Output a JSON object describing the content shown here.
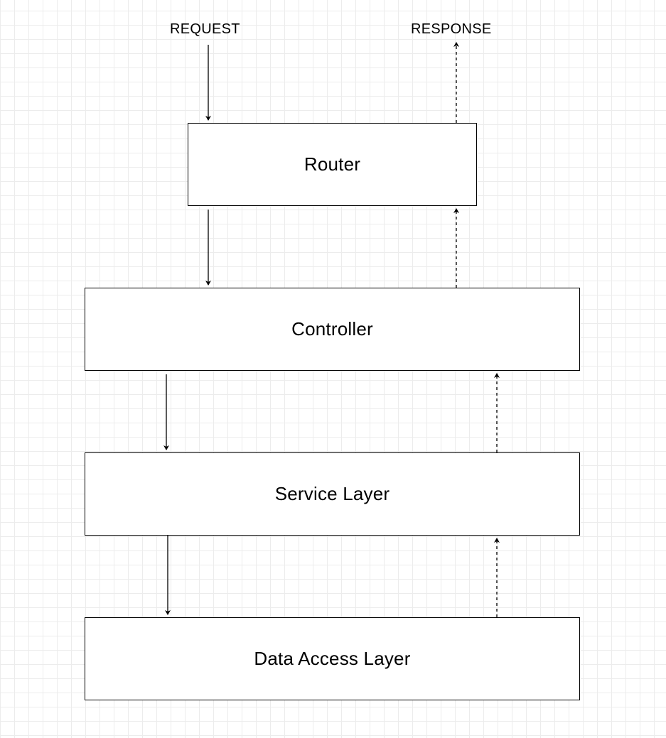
{
  "diagram": {
    "labels": {
      "request": "REQUEST",
      "response": "RESPONSE"
    },
    "nodes": {
      "router": "Router",
      "controller": "Controller",
      "service": "Service Layer",
      "data_access": "Data Access Layer"
    },
    "edges": [
      {
        "from": "REQUEST",
        "to": "Router",
        "style": "solid"
      },
      {
        "from": "Router",
        "to": "Controller",
        "style": "solid"
      },
      {
        "from": "Controller",
        "to": "Service Layer",
        "style": "solid"
      },
      {
        "from": "Service Layer",
        "to": "Data Access Layer",
        "style": "solid"
      },
      {
        "from": "Data Access Layer",
        "to": "Service Layer",
        "style": "dashed"
      },
      {
        "from": "Service Layer",
        "to": "Controller",
        "style": "dashed"
      },
      {
        "from": "Controller",
        "to": "Router",
        "style": "dashed"
      },
      {
        "from": "Router",
        "to": "RESPONSE",
        "style": "dashed"
      }
    ],
    "colors": {
      "stroke": "#000000",
      "grid": "#ececec",
      "background": "#ffffff"
    }
  }
}
